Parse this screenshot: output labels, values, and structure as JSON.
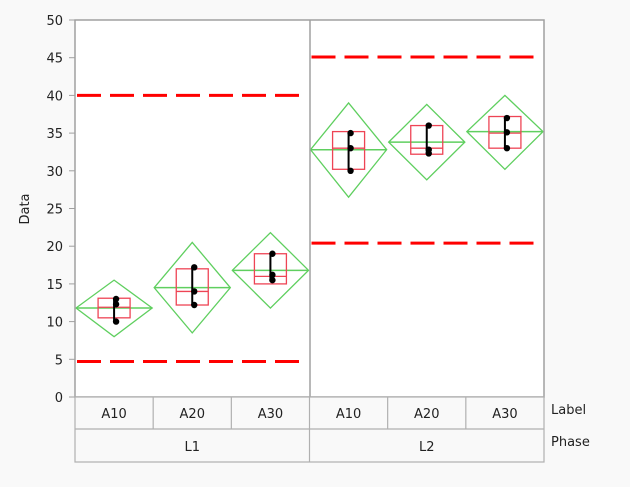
{
  "chart_data": {
    "type": "variability",
    "title": "",
    "ylabel": "Data",
    "ylim": [
      0,
      50
    ],
    "yticks": [
      0,
      5,
      10,
      15,
      20,
      25,
      30,
      35,
      40,
      45,
      50
    ],
    "x_levels": [
      {
        "name": "Label",
        "labels": [
          "A10",
          "A20",
          "A30",
          "A10",
          "A20",
          "A30"
        ]
      },
      {
        "name": "Phase",
        "labels": [
          "L1",
          "L2"
        ]
      }
    ],
    "groups": [
      {
        "phase": "L1",
        "label": "A10",
        "points": [
          13,
          12.3,
          10
        ],
        "mean": 11.8,
        "diamond_low": 8,
        "diamond_high": 15.5,
        "box_low": 10.5,
        "box_median": 11.9,
        "box_high": 13.1
      },
      {
        "phase": "L1",
        "label": "A20",
        "points": [
          17.2,
          14,
          12.2
        ],
        "mean": 14.5,
        "diamond_low": 8.5,
        "diamond_high": 20.5,
        "box_low": 12.2,
        "box_median": 14,
        "box_high": 17
      },
      {
        "phase": "L1",
        "label": "A30",
        "points": [
          19,
          16.2,
          15.5
        ],
        "mean": 16.8,
        "diamond_low": 11.8,
        "diamond_high": 21.8,
        "box_low": 15,
        "box_median": 16,
        "box_high": 19
      },
      {
        "phase": "L2",
        "label": "A10",
        "points": [
          35,
          33,
          30
        ],
        "mean": 32.8,
        "diamond_low": 26.5,
        "diamond_high": 39,
        "box_low": 30.2,
        "box_median": 33,
        "box_high": 35.2
      },
      {
        "phase": "L2",
        "label": "A20",
        "points": [
          36,
          32.8,
          32.3
        ],
        "mean": 33.8,
        "diamond_low": 28.8,
        "diamond_high": 38.8,
        "box_low": 32.2,
        "box_median": 33,
        "box_high": 36
      },
      {
        "phase": "L2",
        "label": "A30",
        "points": [
          37,
          35.1,
          33
        ],
        "mean": 35.2,
        "diamond_low": 30.2,
        "diamond_high": 40,
        "box_low": 33,
        "box_median": 35,
        "box_high": 37.2
      }
    ],
    "limits": [
      {
        "phase": "L1",
        "upper": 40,
        "lower": 4.7
      },
      {
        "phase": "L2",
        "upper": 45.1,
        "lower": 20.4
      }
    ],
    "colors": {
      "limit": "#ff0000",
      "diamond": "#5fcf5f",
      "box": "#ee4455",
      "points": "#000000",
      "frame": "#a0a0a0"
    }
  }
}
